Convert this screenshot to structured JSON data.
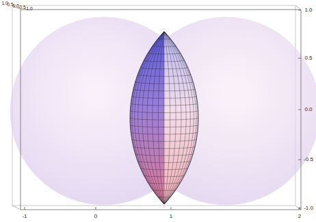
{
  "diagram": {
    "labels": [
      "1.0",
      "0.5",
      "0.0",
      "-0.5",
      "-1.0",
      "-1",
      "0",
      "1",
      "2",
      "1.0",
      "0.5",
      "0.0",
      "-0.5",
      "-1.0"
    ]
  }
}
